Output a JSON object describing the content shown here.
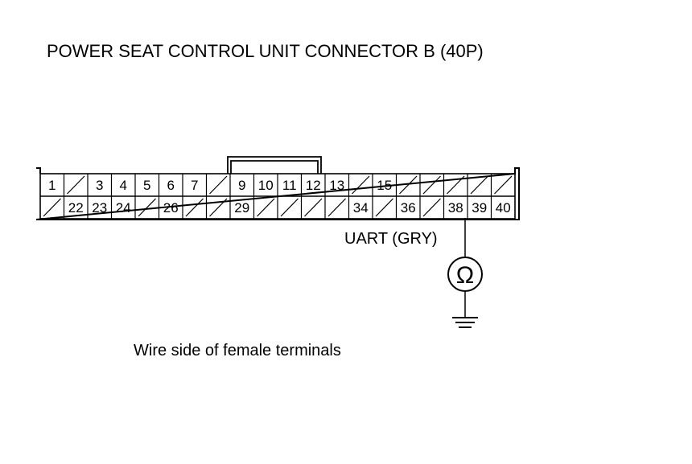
{
  "title": "POWER SEAT CONTROL UNIT CONNECTOR B (40P)",
  "connector": {
    "row1": [
      "1",
      "",
      "3",
      "4",
      "5",
      "6",
      "7",
      "",
      "9",
      "10",
      "11",
      "12",
      "13",
      "",
      "15",
      "",
      "",
      "",
      "",
      ""
    ],
    "row2": [
      "",
      "22",
      "23",
      "24",
      "",
      "26",
      "",
      "",
      "29",
      "",
      "",
      "",
      "",
      "34",
      "",
      "36",
      "",
      "38",
      "39",
      "40"
    ]
  },
  "wire_label": "UART (GRY)",
  "meter_symbol": "Ω",
  "caption": "Wire side of female terminals",
  "icons": {
    "meter": "ohmmeter-icon",
    "ground": "ground-icon"
  }
}
